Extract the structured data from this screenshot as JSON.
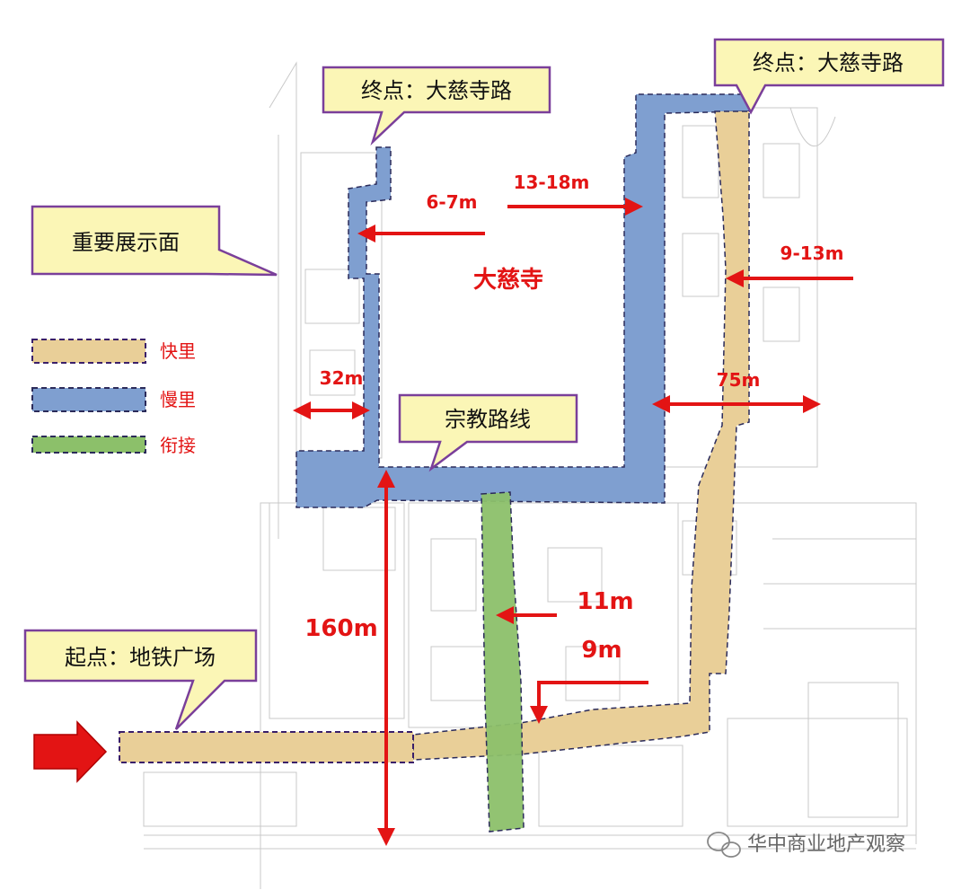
{
  "callouts": {
    "end_left": "终点：大慈寺路",
    "end_right": "终点：大慈寺路",
    "important_face": "重要展示面",
    "religious_route": "宗教路线",
    "start": "起点：地铁广场"
  },
  "temple_label": "大慈寺",
  "dimensions": {
    "d1": "6-7m",
    "d2": "13-18m",
    "d3": "9-13m",
    "d4": "32m",
    "d5": "75m",
    "d6": "160m",
    "d7": "11m",
    "d8": "9m"
  },
  "legend": {
    "fast": "快里",
    "slow": "慢里",
    "link": "衔接"
  },
  "colors": {
    "fast": "#e9cf98",
    "slow": "#7f9fd0",
    "link": "#8cc06a",
    "callout_fill": "#fbf6b6",
    "callout_border": "#7a3f9a",
    "arrow": "#e31414"
  },
  "watermark": "华中商业地产观察"
}
